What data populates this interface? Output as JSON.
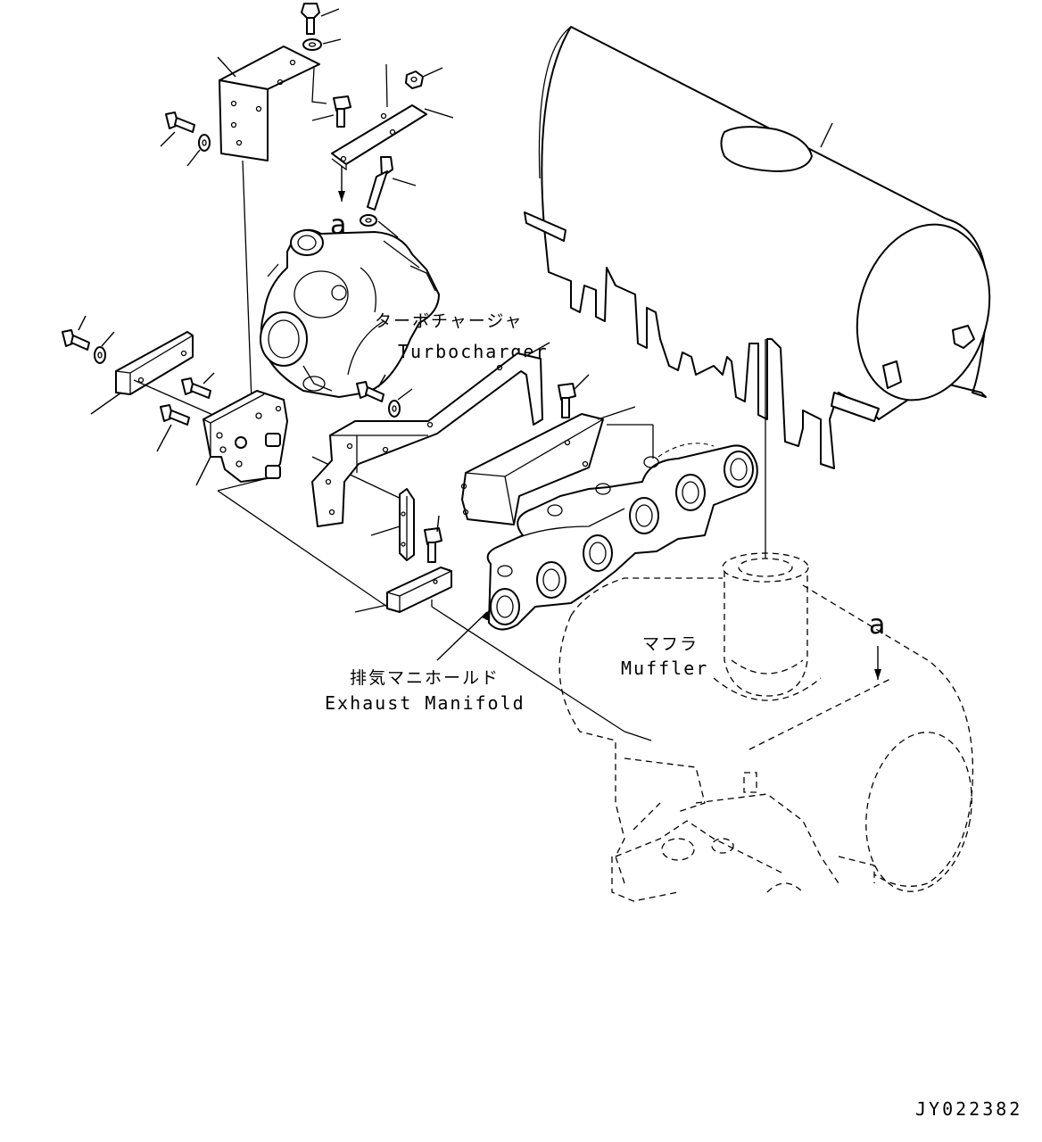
{
  "diagram": {
    "labels": {
      "turbocharger_jp": "ターボチャージャ",
      "turbocharger_en": "Turbocharger",
      "muffler_jp": "マフラ",
      "muffler_en": "Muffler",
      "exhaust_manifold_jp": "排気マニホールド",
      "exhaust_manifold_en": "Exhaust Manifold",
      "ref_a_top": "a",
      "ref_a_right": "a",
      "drawing_code": "JY022382"
    },
    "parts": [
      "muffler-heat-shield",
      "turbocharger",
      "exhaust-manifold",
      "muffler",
      "upper-bracket",
      "upper-plate-bracket",
      "turbo-support-bracket",
      "long-mounting-bracket",
      "manifold-bracket",
      "small-spacer-block",
      "left-strip-bracket"
    ],
    "icons": [
      "bolt-icon",
      "washer-icon",
      "nut-icon",
      "stud-icon"
    ]
  }
}
